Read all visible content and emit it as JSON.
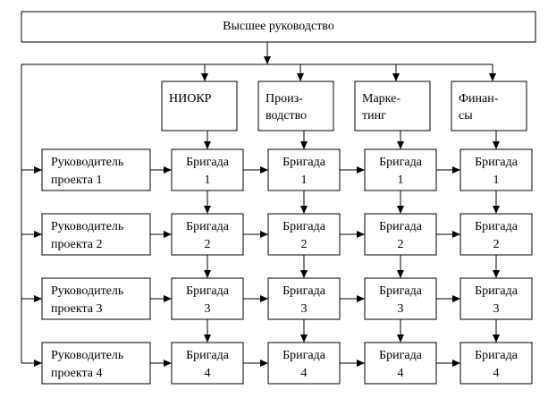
{
  "top_management": "Высшее руководство",
  "departments": [
    [
      "НИОКР"
    ],
    [
      "Произ-",
      "водство"
    ],
    [
      "Марке-",
      "тинг"
    ],
    [
      "Финан-",
      "сы"
    ]
  ],
  "project_managers": [
    [
      "Руководитель",
      "проекта 1"
    ],
    [
      "Руководитель",
      "проекта 2"
    ],
    [
      "Руководитель",
      "проекта 3"
    ],
    [
      "Руководитель",
      "проекта 4"
    ]
  ],
  "brigade_label": "Бригада",
  "brigade_numbers": [
    "1",
    "2",
    "3",
    "4"
  ]
}
